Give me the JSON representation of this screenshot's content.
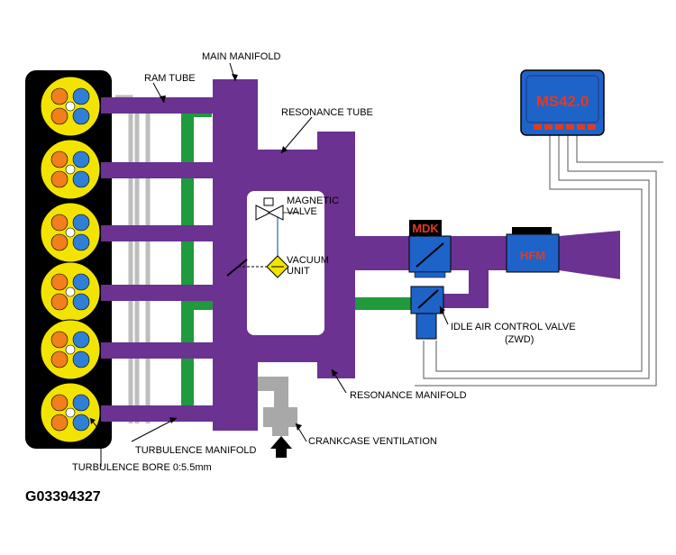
{
  "labels": {
    "main_manifold": "MAIN MANIFOLD",
    "ram_tube": "RAM TUBE",
    "resonance_tube": "RESONANCE TUBE",
    "magnetic_valve_l1": "MAGNETIC",
    "magnetic_valve_l2": "VALVE",
    "vacuum_unit_l1": "VACUUM",
    "vacuum_unit_l2": "UNIT",
    "idle_valve_l1": "IDLE AIR CONTROL VALVE",
    "idle_valve_l2": "(ZWD)",
    "resonance_manifold": "RESONANCE MANIFOLD",
    "crankcase_ventilation": "CRANKCASE VENTILATION",
    "turbulence_manifold": "TURBULENCE MANIFOLD",
    "turbulence_bore": "TURBULENCE BORE 0:5.5mm"
  },
  "ecu": {
    "label": "MS42.0"
  },
  "mdk": {
    "label": "MDK"
  },
  "hfm": {
    "label": "HFM"
  },
  "figure_id": "G03394327",
  "colors": {
    "manifold": "#6b3291",
    "turbulence": "#1f9a3c",
    "component_blue": "#1e63c8",
    "engine_block": "#000000",
    "cylinder": "#f2e400",
    "valve_orange": "#f07f1c",
    "valve_blue": "#2f7fd6",
    "label_red": "#e23b1f",
    "pipe_gray": "#a8a8a8"
  }
}
